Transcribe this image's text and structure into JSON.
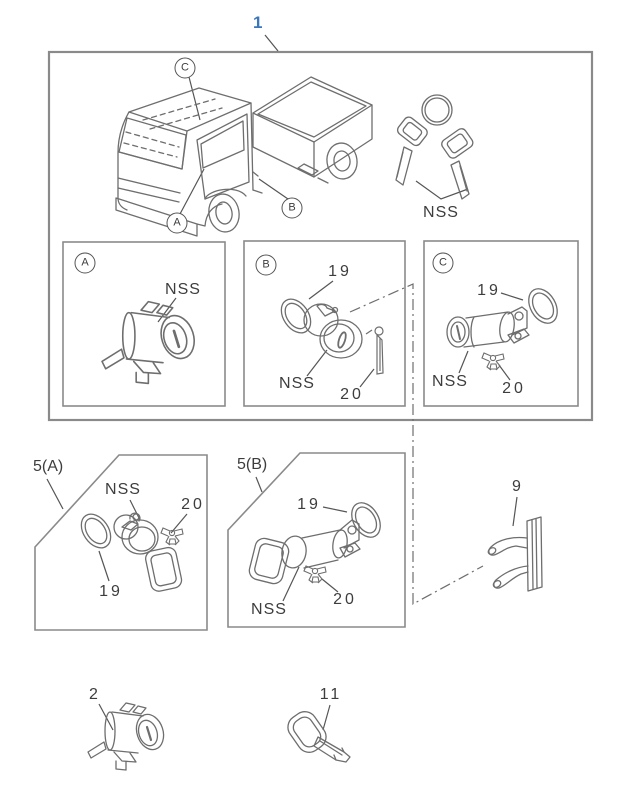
{
  "diagram": {
    "figure_callout": "1",
    "keyset": {
      "label": "NSS"
    },
    "truck": {
      "callout_a": "A",
      "callout_b": "B",
      "callout_c": "C"
    },
    "panel_a": {
      "letter": "A",
      "nss": "NSS"
    },
    "panel_b": {
      "letter": "B",
      "ring": "19",
      "nss": "NSS",
      "rod": "20"
    },
    "panel_c": {
      "letter": "C",
      "ring": "19",
      "nss": "NSS",
      "clip": "20"
    },
    "sub_a": {
      "title": "5(A)",
      "nss": "NSS",
      "clip": "20",
      "ring": "19"
    },
    "sub_b": {
      "title": "5(B)",
      "ring": "19",
      "nss": "NSS",
      "clip": "20"
    },
    "part_bracket": "9",
    "part_cylinder": "2",
    "part_key": "11"
  },
  "colors": {
    "callout_link_blue": "#3b76bb",
    "line_art_gray": "#6e6e6e",
    "box_border_gray": "#8a8a8a",
    "label_gray": "#3d3d3d",
    "background": "#ffffff"
  }
}
